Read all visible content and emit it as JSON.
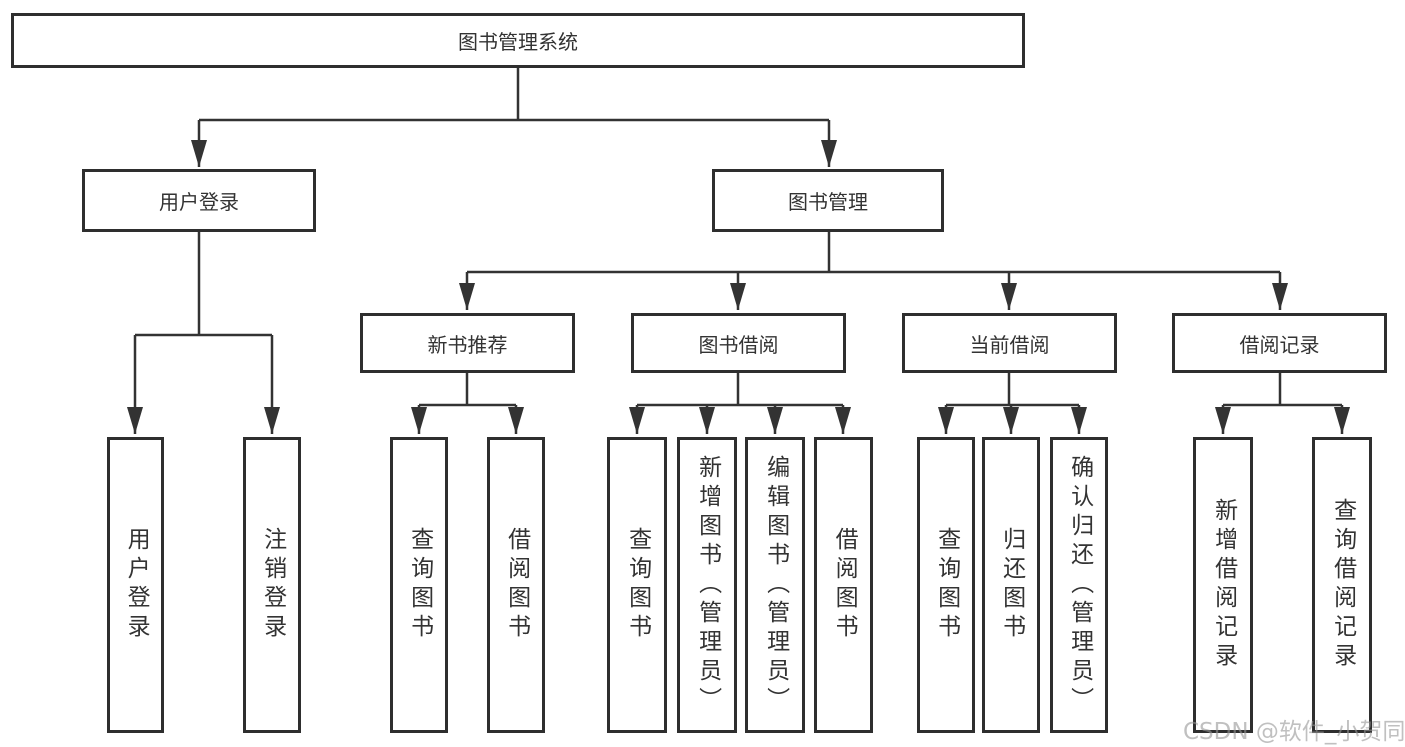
{
  "watermark": "CSDN @软件_小贺同学",
  "colors": {
    "line": "#333333",
    "box_border": "#2e2e2e",
    "text": "#333333",
    "watermark": "#969696",
    "background": "#ffffff"
  },
  "tree": {
    "root": "图书管理系统",
    "branches": [
      {
        "label": "用户登录",
        "children": [
          {
            "label": "用户登录"
          },
          {
            "label": "注销登录"
          }
        ]
      },
      {
        "label": "图书管理",
        "children": [
          {
            "label": "新书推荐",
            "children": [
              {
                "label": "查询图书"
              },
              {
                "label": "借阅图书"
              }
            ]
          },
          {
            "label": "图书借阅",
            "children": [
              {
                "label": "查询图书"
              },
              {
                "label": "新增图书（管理员）"
              },
              {
                "label": "编辑图书（管理员）"
              },
              {
                "label": "借阅图书"
              }
            ]
          },
          {
            "label": "当前借阅",
            "children": [
              {
                "label": "查询图书"
              },
              {
                "label": "归还图书"
              },
              {
                "label": "确认归还（管理员）"
              }
            ]
          },
          {
            "label": "借阅记录",
            "children": [
              {
                "label": "新增借阅记录"
              },
              {
                "label": "查询借阅记录"
              }
            ]
          }
        ]
      }
    ]
  }
}
